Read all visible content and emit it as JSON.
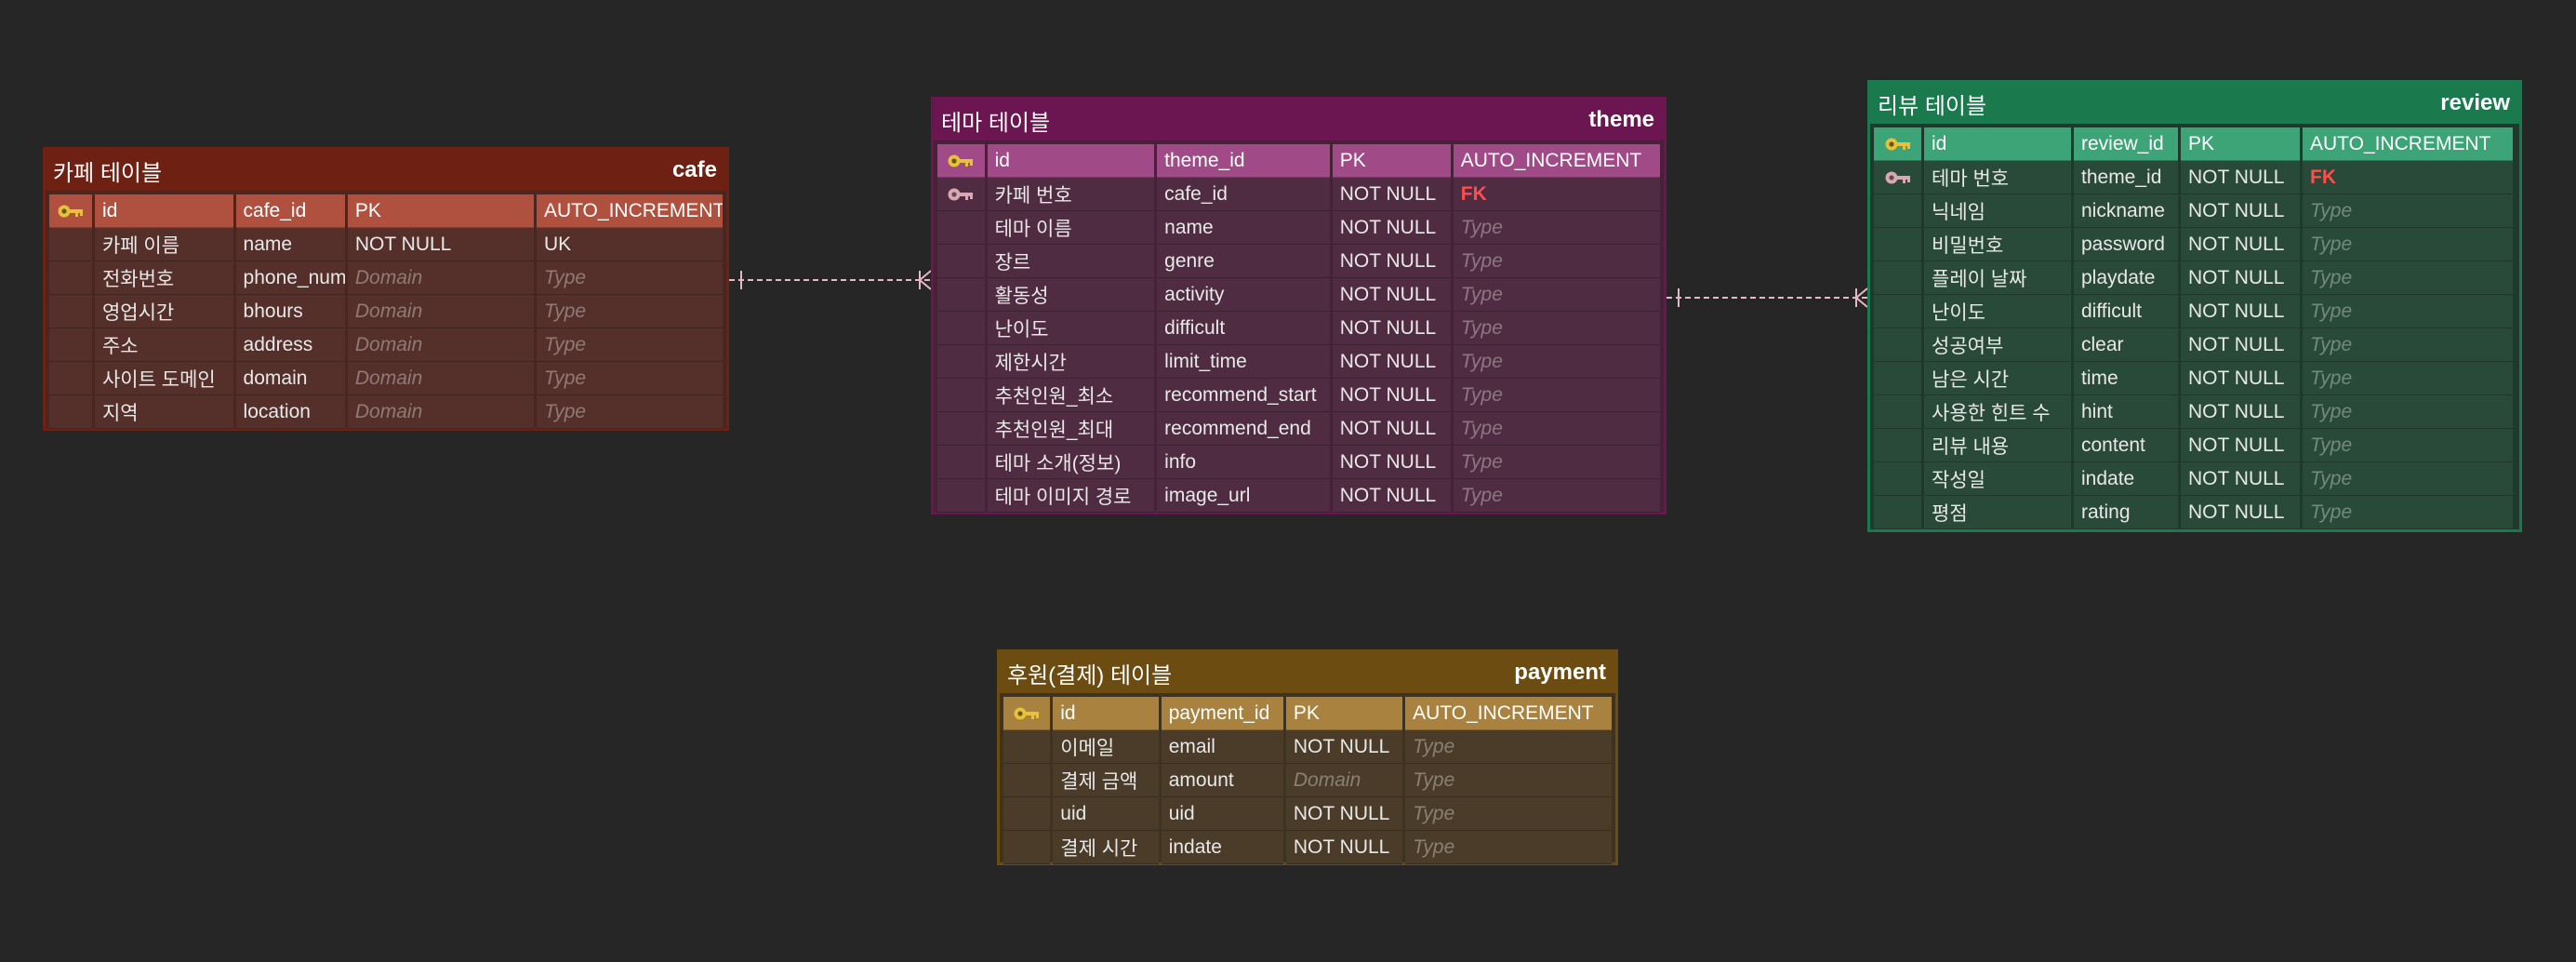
{
  "colors": {
    "cafe": "#6e2012",
    "theme": "#6b1650",
    "review": "#1a7a4e",
    "payment": "#6d4c12",
    "key_icon": "#e8c13a",
    "fk_key_icon": "#d9a8b3",
    "fk_text": "#ff4d4d",
    "relation_line": "#e6b8c6"
  },
  "tables": {
    "cafe": {
      "title": "카페 테이블",
      "alias": "cafe",
      "rows": [
        {
          "icon": "primary-key-icon",
          "c1": "id",
          "c2": "cafe_id",
          "c3": "PK",
          "c4": "AUTO_INCREMENT"
        },
        {
          "icon": "",
          "c1": "카페 이름",
          "c2": "name",
          "c3": "NOT NULL",
          "c4": "UK"
        },
        {
          "icon": "",
          "c1": "전화번호",
          "c2": "phone_number",
          "c3": "Domain",
          "c4": "Type"
        },
        {
          "icon": "",
          "c1": "영업시간",
          "c2": "bhours",
          "c3": "Domain",
          "c4": "Type"
        },
        {
          "icon": "",
          "c1": "주소",
          "c2": "address",
          "c3": "Domain",
          "c4": "Type"
        },
        {
          "icon": "",
          "c1": "사이트 도메인",
          "c2": "domain",
          "c3": "Domain",
          "c4": "Type"
        },
        {
          "icon": "",
          "c1": "지역",
          "c2": "location",
          "c3": "Domain",
          "c4": "Type"
        }
      ]
    },
    "theme": {
      "title": "테마 테이블",
      "alias": "theme",
      "rows": [
        {
          "icon": "primary-key-icon",
          "c1": "id",
          "c2": "theme_id",
          "c3": "PK",
          "c4": "AUTO_INCREMENT"
        },
        {
          "icon": "foreign-key-icon",
          "c1": "카페 번호",
          "c2": "cafe_id",
          "c3": "NOT NULL",
          "c4": "FK"
        },
        {
          "icon": "",
          "c1": "테마 이름",
          "c2": "name",
          "c3": "NOT NULL",
          "c4": "Type"
        },
        {
          "icon": "",
          "c1": "장르",
          "c2": "genre",
          "c3": "NOT NULL",
          "c4": "Type"
        },
        {
          "icon": "",
          "c1": "활동성",
          "c2": "activity",
          "c3": "NOT NULL",
          "c4": "Type"
        },
        {
          "icon": "",
          "c1": "난이도",
          "c2": "difficult",
          "c3": "NOT NULL",
          "c4": "Type"
        },
        {
          "icon": "",
          "c1": "제한시간",
          "c2": "limit_time",
          "c3": "NOT NULL",
          "c4": "Type"
        },
        {
          "icon": "",
          "c1": "추천인원_최소",
          "c2": "recommend_start",
          "c3": "NOT NULL",
          "c4": "Type"
        },
        {
          "icon": "",
          "c1": "추천인원_최대",
          "c2": "recommend_end",
          "c3": "NOT NULL",
          "c4": "Type"
        },
        {
          "icon": "",
          "c1": "테마 소개(정보)",
          "c2": "info",
          "c3": "NOT NULL",
          "c4": "Type"
        },
        {
          "icon": "",
          "c1": "테마 이미지 경로",
          "c2": "image_url",
          "c3": "NOT NULL",
          "c4": "Type"
        }
      ]
    },
    "review": {
      "title": "리뷰 테이블",
      "alias": "review",
      "rows": [
        {
          "icon": "primary-key-icon",
          "c1": "id",
          "c2": "review_id",
          "c3": "PK",
          "c4": "AUTO_INCREMENT"
        },
        {
          "icon": "foreign-key-icon",
          "c1": "테마 번호",
          "c2": "theme_id",
          "c3": "NOT NULL",
          "c4": "FK"
        },
        {
          "icon": "",
          "c1": "닉네임",
          "c2": "nickname",
          "c3": "NOT NULL",
          "c4": "Type"
        },
        {
          "icon": "",
          "c1": "비밀번호",
          "c2": "password",
          "c3": "NOT NULL",
          "c4": "Type"
        },
        {
          "icon": "",
          "c1": "플레이 날짜",
          "c2": "playdate",
          "c3": "NOT NULL",
          "c4": "Type"
        },
        {
          "icon": "",
          "c1": "난이도",
          "c2": "difficult",
          "c3": "NOT NULL",
          "c4": "Type"
        },
        {
          "icon": "",
          "c1": "성공여부",
          "c2": "clear",
          "c3": "NOT NULL",
          "c4": "Type"
        },
        {
          "icon": "",
          "c1": "남은 시간",
          "c2": "time",
          "c3": "NOT NULL",
          "c4": "Type"
        },
        {
          "icon": "",
          "c1": "사용한 힌트 수",
          "c2": "hint",
          "c3": "NOT NULL",
          "c4": "Type"
        },
        {
          "icon": "",
          "c1": "리뷰 내용",
          "c2": "content",
          "c3": "NOT NULL",
          "c4": "Type"
        },
        {
          "icon": "",
          "c1": "작성일",
          "c2": "indate",
          "c3": "NOT NULL",
          "c4": "Type"
        },
        {
          "icon": "",
          "c1": "평점",
          "c2": "rating",
          "c3": "NOT NULL",
          "c4": "Type"
        }
      ]
    },
    "payment": {
      "title": "후원(결제) 테이블",
      "alias": "payment",
      "rows": [
        {
          "icon": "primary-key-icon",
          "c1": "id",
          "c2": "payment_id",
          "c3": "PK",
          "c4": "AUTO_INCREMENT"
        },
        {
          "icon": "",
          "c1": "이메일",
          "c2": "email",
          "c3": "NOT NULL",
          "c4": "Type"
        },
        {
          "icon": "",
          "c1": "결제 금액",
          "c2": "amount",
          "c3": "Domain",
          "c4": "Type"
        },
        {
          "icon": "",
          "c1": "uid",
          "c2": "uid",
          "c3": "NOT NULL",
          "c4": "Type"
        },
        {
          "icon": "",
          "c1": "결제 시간",
          "c2": "indate",
          "c3": "NOT NULL",
          "c4": "Type"
        }
      ]
    }
  },
  "relationships": [
    {
      "from": "cafe",
      "to": "theme",
      "kind": "one-to-many"
    },
    {
      "from": "theme",
      "to": "review",
      "kind": "one-to-many"
    }
  ]
}
